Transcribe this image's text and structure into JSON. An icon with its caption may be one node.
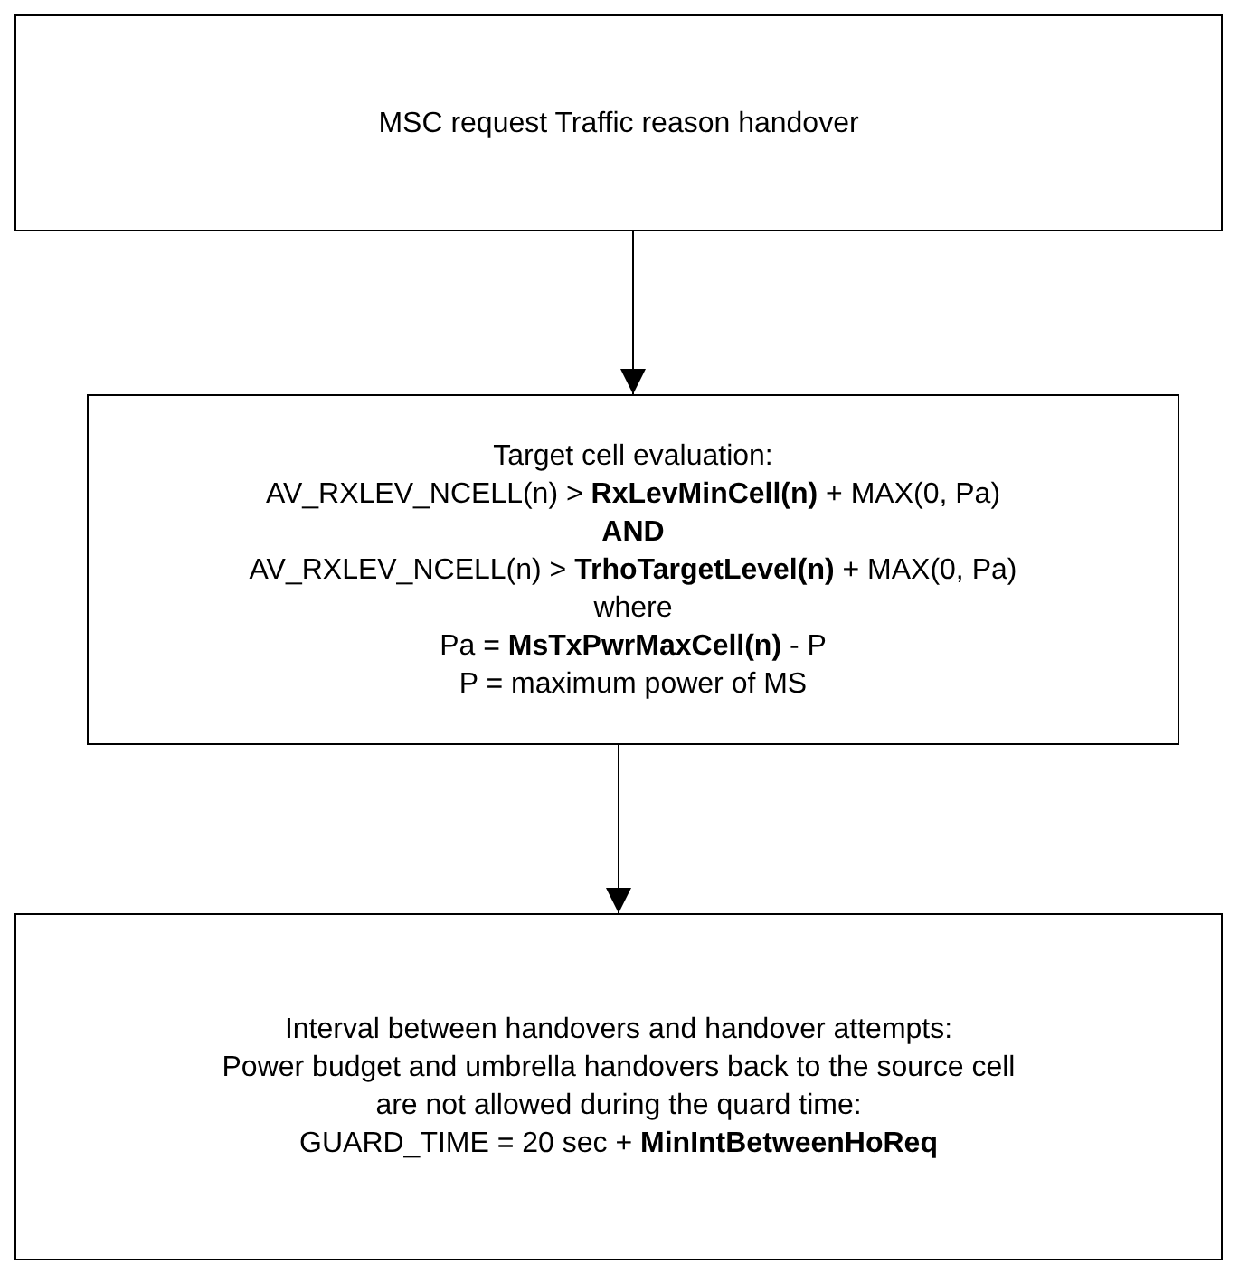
{
  "diagram": {
    "nodes": [
      {
        "text": [
          "MSC request Traffic reason handover"
        ]
      },
      {
        "text": [
          "Target cell evaluation:",
          "AV_RXLEV_NCELL(n) > **RxLevMinCell(n)** + MAX(0, Pa)",
          "AND",
          "AV_RXLEV_NCELL(n) > **TrhoTargetLevel(n)** + MAX(0, Pa)",
          "where",
          "Pa = **MsTxPwrMaxCell(n)** - P",
          "P = maximum power of MS"
        ]
      },
      {
        "text": [
          "Interval between handovers and handover attempts:",
          "Power budget and umbrella handovers back to the source cell are not allowed during the quard time:",
          "GUARD_TIME = 20 sec + **MinIntBetweenHoReq**"
        ]
      }
    ],
    "edges": [
      {
        "from": 0,
        "to": 1,
        "arrow": "to"
      },
      {
        "from": 1,
        "to": 2,
        "arrow": "to"
      }
    ]
  }
}
